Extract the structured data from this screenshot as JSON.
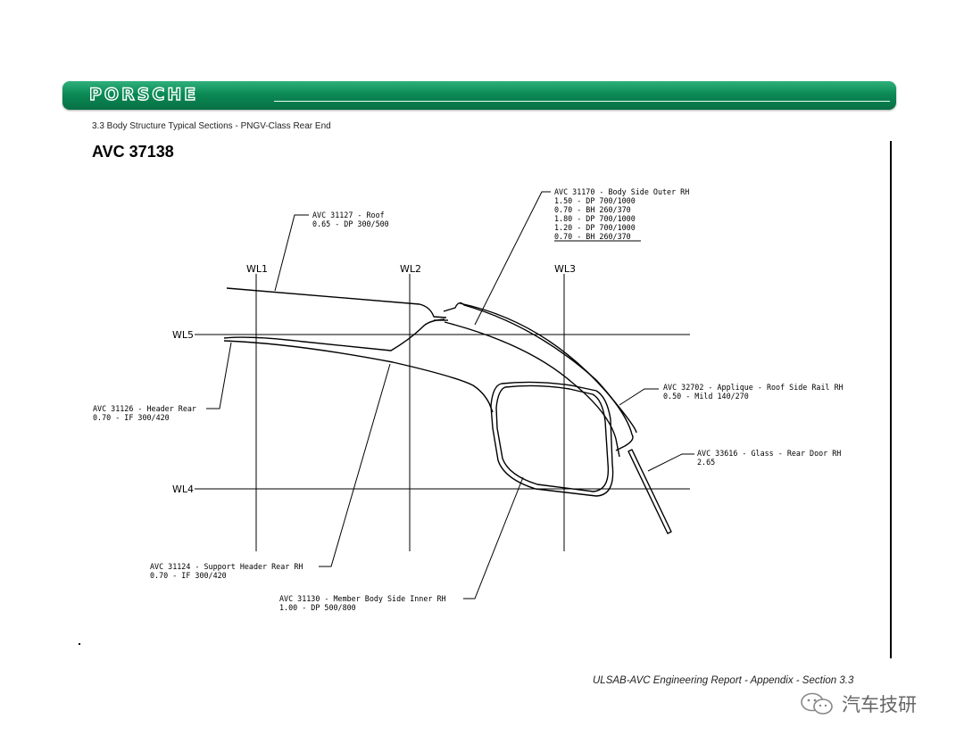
{
  "header": {
    "brand": "PORSCHE",
    "section_title": "3.3  Body Structure Typical Sections - PNGV-Class Rear End",
    "page_title": "AVC 37138"
  },
  "waterlines": {
    "wl1": "WL1",
    "wl2": "WL2",
    "wl3": "WL3",
    "wl4": "WL4",
    "wl5": "WL5"
  },
  "callouts": {
    "body_side_outer": {
      "title": "AVC 31170 - Body Side Outer RH",
      "specs": [
        "1.50 - DP 700/1000",
        "0.70 - BH 260/370",
        "1.80 - DP 700/1000",
        "1.20 - DP 700/1000",
        "0.70 - BH 260/370"
      ]
    },
    "roof": {
      "title": "AVC 31127 - Roof",
      "spec": "0.65 - DP 300/500"
    },
    "header_rear": {
      "title": "AVC 31126 - Header Rear",
      "spec": "0.70 - IF 300/420"
    },
    "applique": {
      "title": "AVC 32702 - Applique - Roof Side Rail RH",
      "spec": "0.50 - Mild 140/270"
    },
    "glass": {
      "title": "AVC 33616 - Glass - Rear Door RH",
      "spec": "2.65"
    },
    "support_header": {
      "title": "AVC 31124 - Support Header Rear RH",
      "spec": "0.70 - IF 300/420"
    },
    "member_inner": {
      "title": "AVC 31130 - Member Body Side Inner RH",
      "spec": "1.00 - DP 500/800"
    }
  },
  "footer": {
    "report": "ULSAB-AVC Engineering Report - Appendix - Section 3.3",
    "watermark": "汽车技研"
  }
}
